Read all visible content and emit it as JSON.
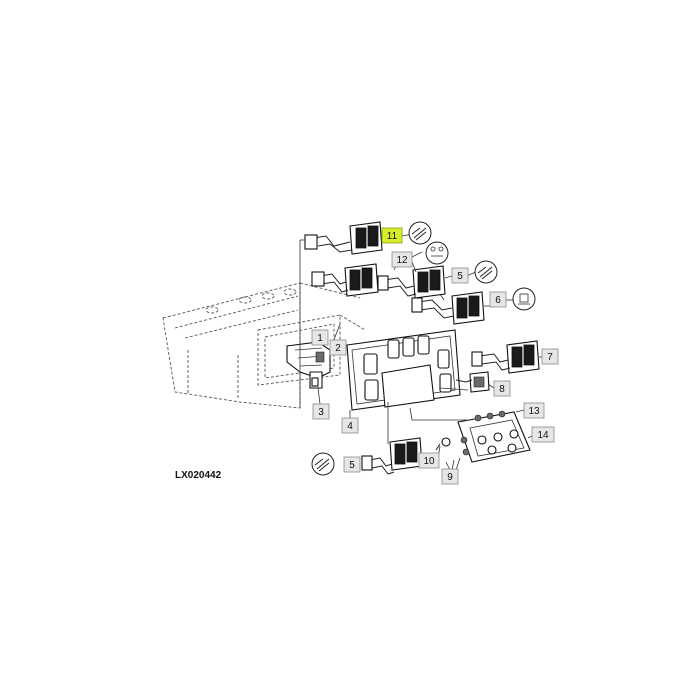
{
  "figure_code": "LX020442",
  "callouts": [
    {
      "id": "1",
      "label": "1"
    },
    {
      "id": "2",
      "label": "2"
    },
    {
      "id": "3",
      "label": "3"
    },
    {
      "id": "4",
      "label": "4"
    },
    {
      "id": "5a",
      "label": "5"
    },
    {
      "id": "5b",
      "label": "5"
    },
    {
      "id": "6",
      "label": "6"
    },
    {
      "id": "7",
      "label": "7"
    },
    {
      "id": "8",
      "label": "8"
    },
    {
      "id": "9",
      "label": "9"
    },
    {
      "id": "10",
      "label": "10"
    },
    {
      "id": "11",
      "label": "11",
      "highlighted": true
    },
    {
      "id": "12",
      "label": "12"
    },
    {
      "id": "13",
      "label": "13"
    },
    {
      "id": "14",
      "label": "14"
    }
  ],
  "symbols": [
    {
      "id": "work-light-icon"
    },
    {
      "id": "rear-light-icon"
    },
    {
      "id": "work-light-front-icon"
    },
    {
      "id": "beacon-icon"
    },
    {
      "id": "work-light-lower-icon"
    }
  ],
  "colors": {
    "highlight": "#d6ee2a",
    "callout_fill": "#e6e6e6",
    "ink": "#111111"
  }
}
